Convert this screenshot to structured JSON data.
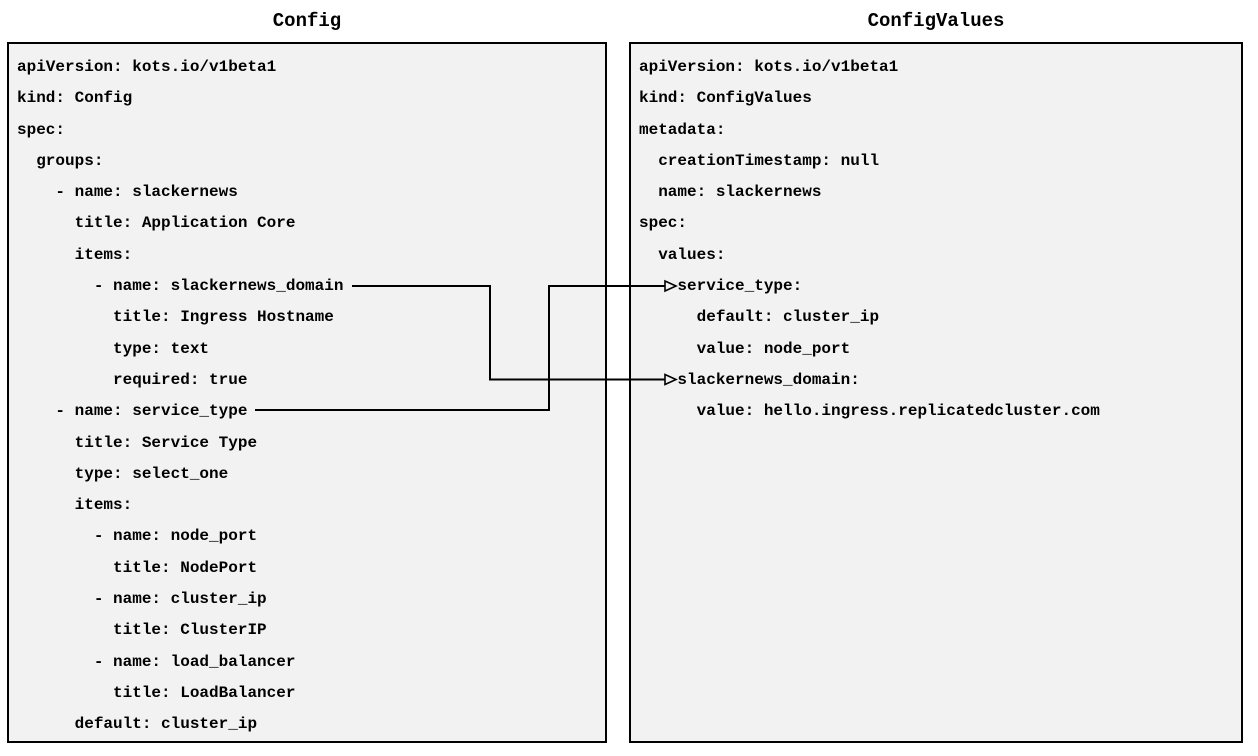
{
  "panels": {
    "config": {
      "title": "Config",
      "code_lines": [
        "apiVersion: kots.io/v1beta1",
        "kind: Config",
        "spec:",
        "  groups:",
        "    - name: slackernews",
        "      title: Application Core",
        "      items:",
        "        - name: slackernews_domain",
        "          title: Ingress Hostname",
        "          type: text",
        "          required: true",
        "    - name: service_type",
        "      title: Service Type",
        "      type: select_one",
        "      items:",
        "        - name: node_port",
        "          title: NodePort",
        "        - name: cluster_ip",
        "          title: ClusterIP",
        "        - name: load_balancer",
        "          title: LoadBalancer",
        "      default: cluster_ip"
      ]
    },
    "config_values": {
      "title": "ConfigValues",
      "code_lines": [
        "apiVersion: kots.io/v1beta1",
        "kind: ConfigValues",
        "metadata:",
        "  creationTimestamp: null",
        "  name: slackernews",
        "spec:",
        "  values:",
        "    service_type:",
        "      default: cluster_ip",
        "      value: node_port",
        "    slackernews_domain:",
        "      value: hello.ingress.replicatedcluster.com"
      ]
    }
  },
  "connections": [
    {
      "from_panel": "Config",
      "from_field": "slackernews_domain",
      "to_panel": "ConfigValues",
      "to_field": "slackernews_domain"
    },
    {
      "from_panel": "Config",
      "from_field": "service_type",
      "to_panel": "ConfigValues",
      "to_field": "service_type"
    }
  ],
  "colors": {
    "page_bg": "#ffffff",
    "panel_bg": "#f2f2f2",
    "border": "#000000",
    "text": "#000000",
    "arrow": "#000000"
  }
}
